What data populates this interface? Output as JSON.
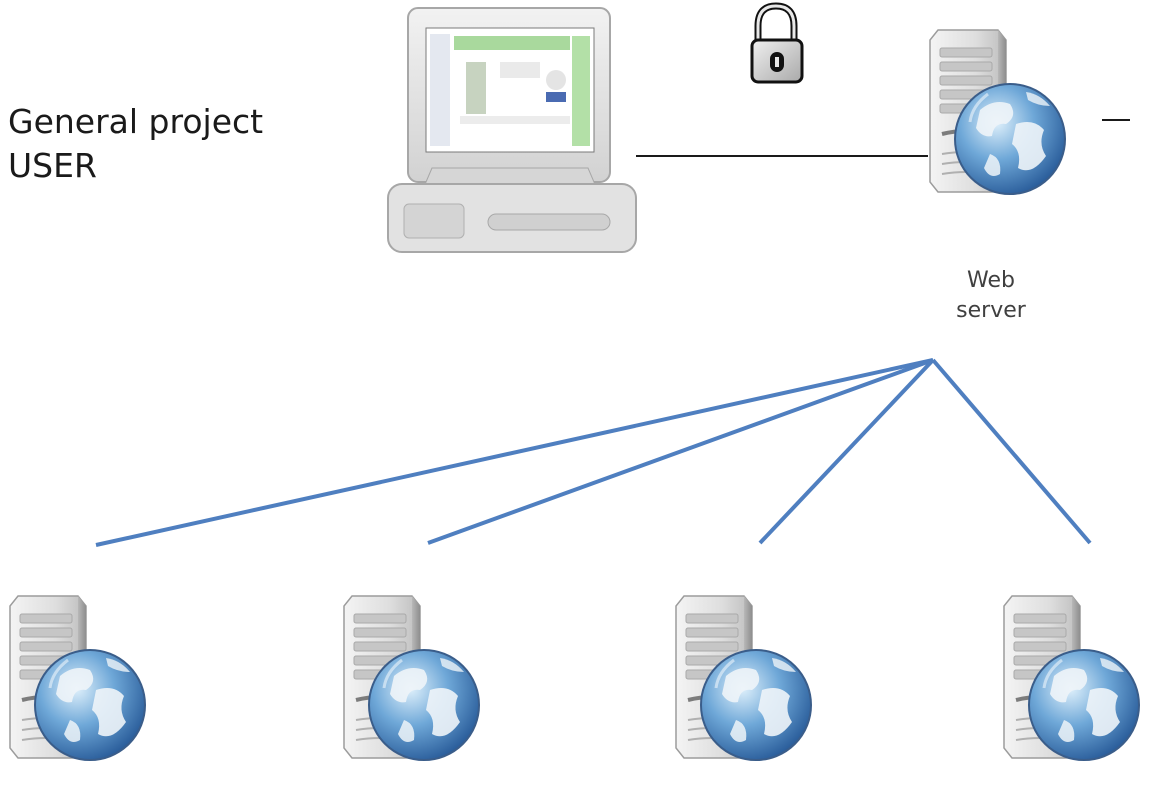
{
  "user": {
    "line1": "General project",
    "line2": "USER"
  },
  "web_server": {
    "line1": "Web",
    "line2": "server"
  },
  "colors": {
    "connector_blue": "#4f7fc0",
    "connector_black": "#1a1a1a",
    "server_body": "#dcdcdc"
  },
  "icons": {
    "workstation": "computer-icon",
    "lock": "padlock-icon",
    "web_server": "server-globe-icon",
    "remote_servers": [
      "server-globe-icon",
      "server-globe-icon",
      "server-globe-icon",
      "server-globe-icon"
    ]
  }
}
